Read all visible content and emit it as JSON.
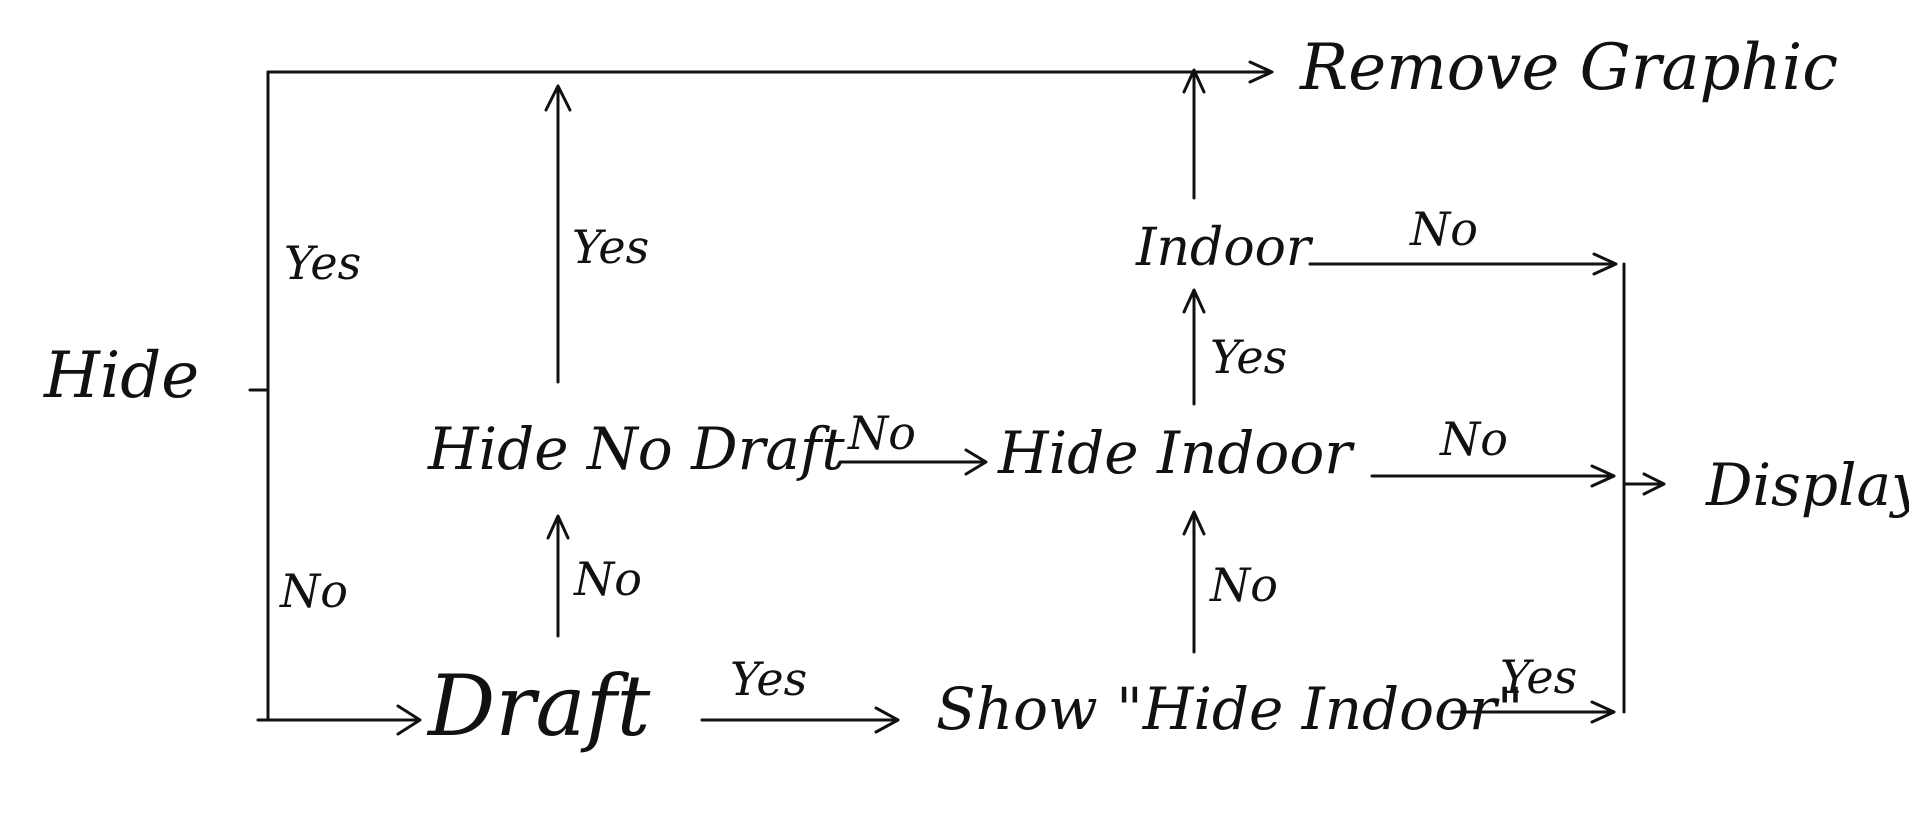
{
  "nodes": {
    "hide": "Hide",
    "remove_graphic": "Remove Graphic",
    "hide_no_draft": "Hide No Draft",
    "hide_indoor": "Hide Indoor",
    "indoor": "Indoor",
    "draft": "Draft",
    "show_hide_indoor": "Show \"Hide Indoor\"",
    "display": "Display"
  },
  "edges": {
    "hide_yes": "Yes",
    "hide_no": "No",
    "hide_no_draft_yes": "Yes",
    "hide_no_draft_no": "No",
    "draft_no": "No",
    "draft_yes": "Yes",
    "indoor_no": "No",
    "hide_indoor_yes": "Yes",
    "hide_indoor_no": "No",
    "show_hide_indoor_no": "No",
    "show_hide_indoor_yes": "Yes"
  }
}
